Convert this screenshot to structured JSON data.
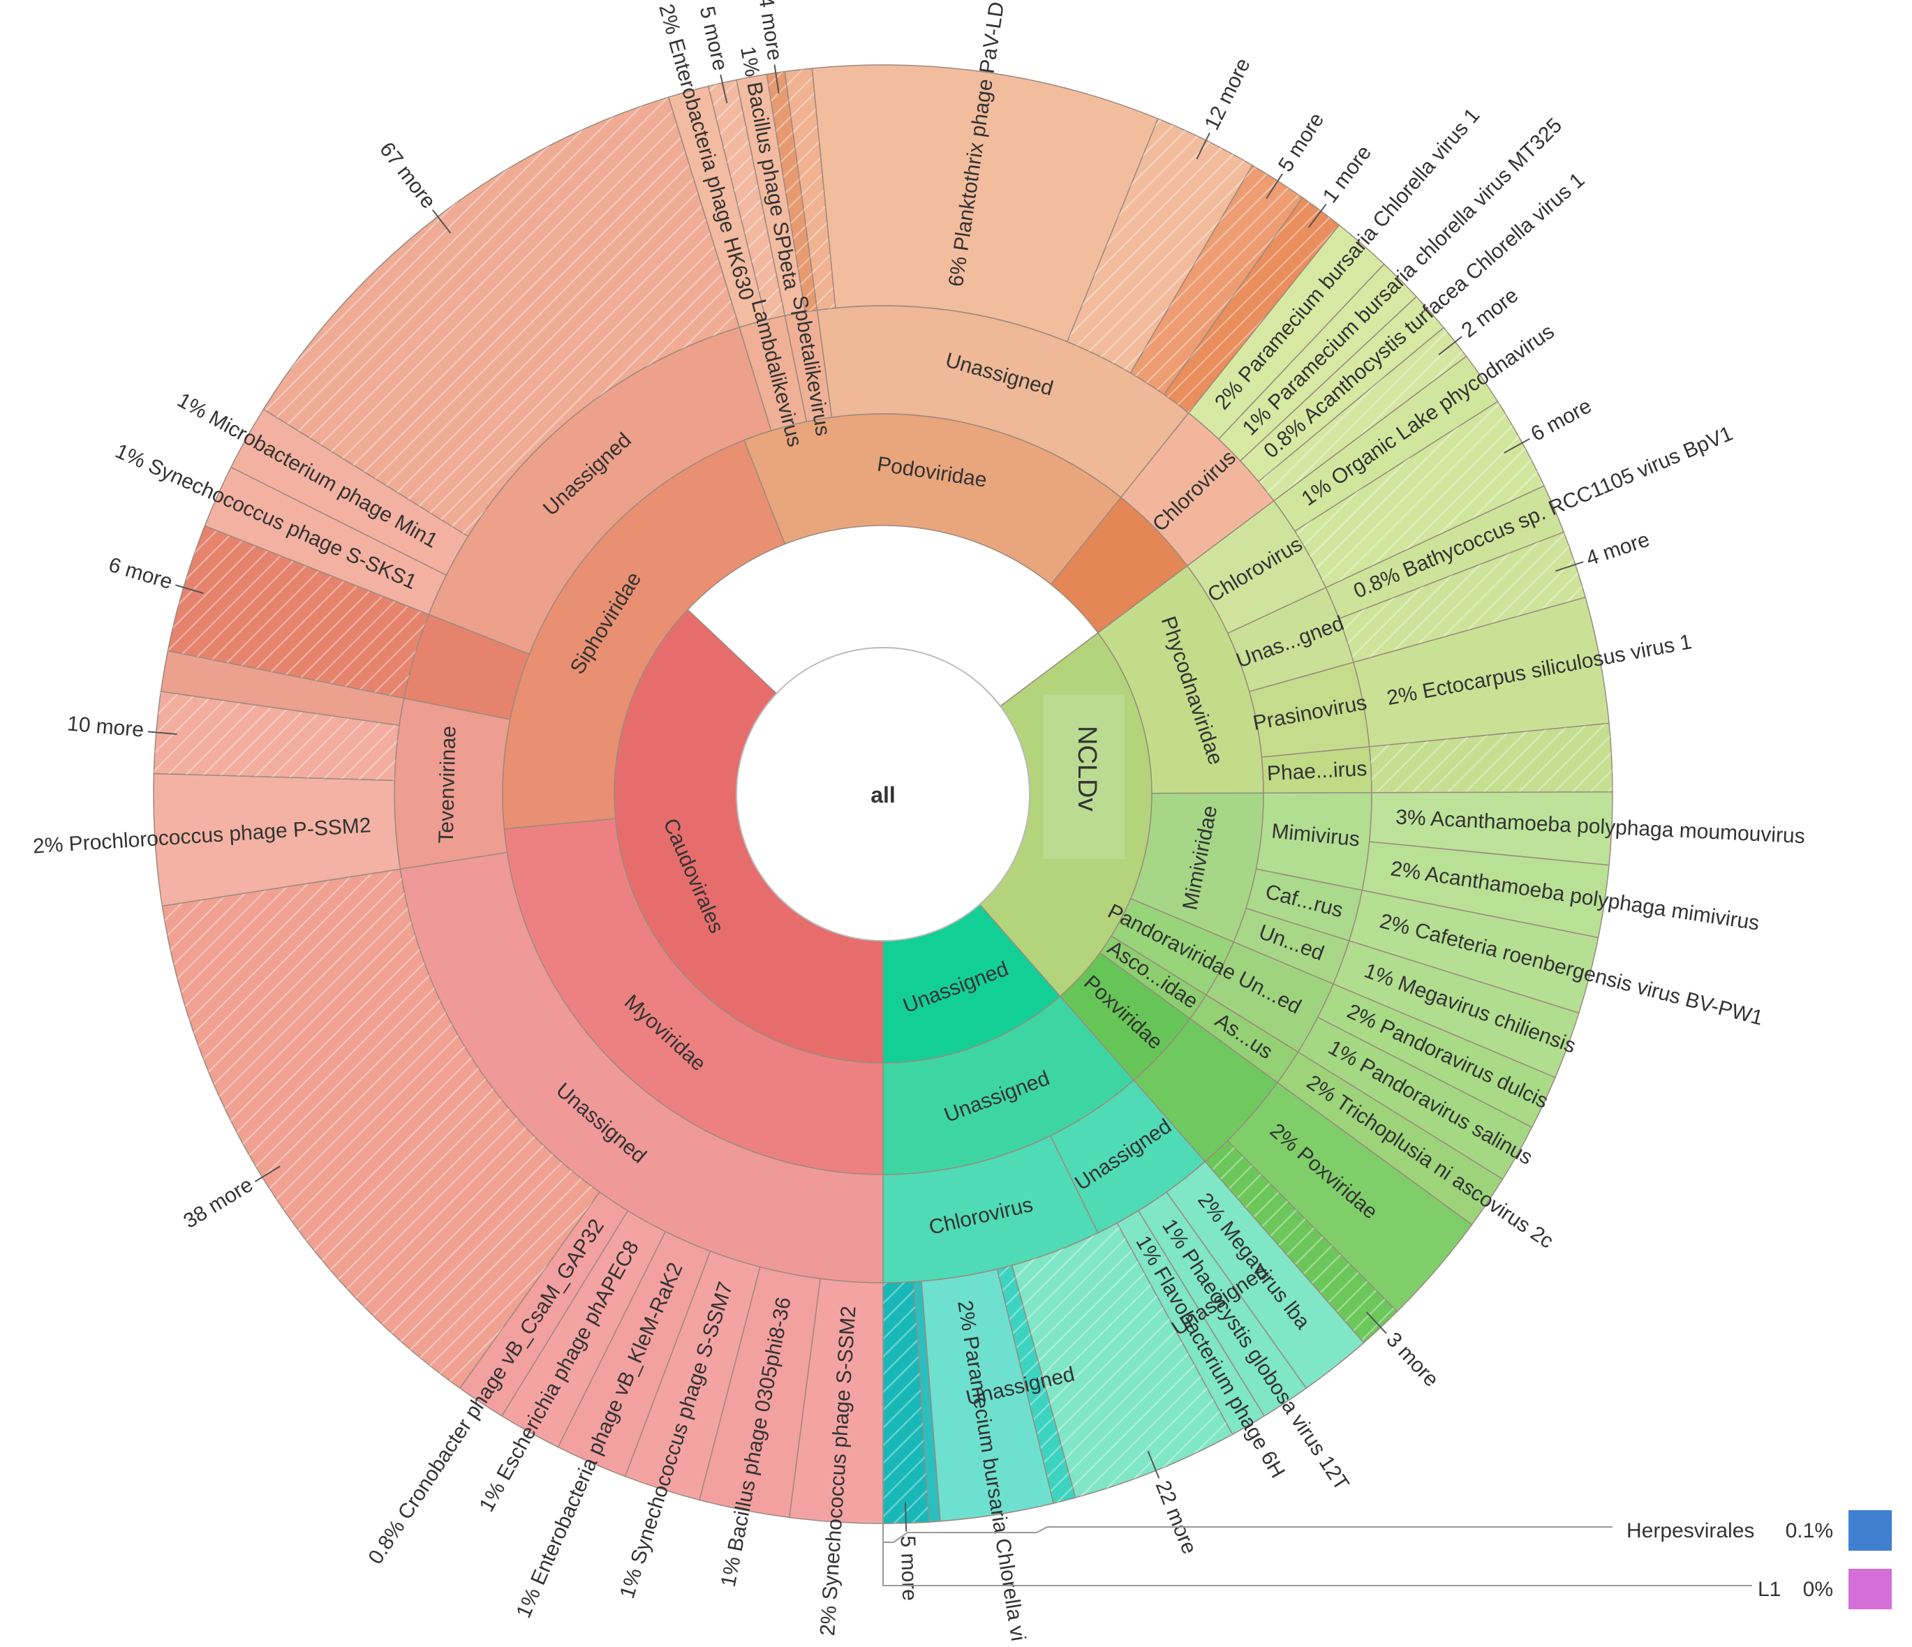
{
  "chart_data": {
    "type": "sunburst",
    "center_label": "all",
    "unit": "%",
    "superkingdom_labels": [
      {
        "label": "NCLDv"
      }
    ],
    "nodes": [
      {
        "id": "caud",
        "name": "Caudovirales",
        "level": 1,
        "start": 0.5,
        "end": 0.8705,
        "color": "#e76d6d"
      },
      {
        "id": "ncldv",
        "name": "",
        "level": 1,
        "start": 0.1475,
        "end": 0.3855,
        "color": "#b3d47a"
      },
      {
        "id": "unasA",
        "name": "Unassigned",
        "level": 1,
        "start": 0.3855,
        "end": 0.5,
        "color": "#12cf96"
      },
      {
        "id": "myo",
        "name": "Myoviridae",
        "level": 2,
        "start": 0.5,
        "end": 0.7355,
        "color": "#ed8181"
      },
      {
        "id": "sipho",
        "name": "Siphoviridae",
        "level": 2,
        "start": 0.7355,
        "end": 0.9405,
        "color": "#e89071"
      },
      {
        "id": "podo",
        "name": "Podoviridae",
        "level": 2,
        "start": 0.9405,
        "end": 0.1075,
        "color": "#e9a57c"
      },
      {
        "id": "caudx",
        "name": "",
        "level": 2,
        "start": 0.1075,
        "end": 0.1475,
        "color": "#e48656"
      },
      {
        "id": "phyco",
        "name": "Phycodnaviridae",
        "level": 2,
        "start": 0.1475,
        "end": 0.2495,
        "color": "#c3dc8a"
      },
      {
        "id": "mimi",
        "name": "Mimiviridae",
        "level": 2,
        "start": 0.2495,
        "end": 0.3135,
        "color": "#a6d786"
      },
      {
        "id": "pando",
        "name": "Pandoraviridae",
        "level": 2,
        "start": 0.3135,
        "end": 0.3385,
        "color": "#98d479"
      },
      {
        "id": "asco",
        "name": "Asco...idae",
        "level": 2,
        "start": 0.3385,
        "end": 0.3505,
        "color": "#8ccf6f"
      },
      {
        "id": "pox",
        "name": "Poxviridae",
        "level": 2,
        "start": 0.3505,
        "end": 0.3855,
        "color": "#66c557"
      },
      {
        "id": "unasB",
        "name": "Unassigned",
        "level": 2,
        "start": 0.3855,
        "end": 0.5,
        "color": "#3dd6a2"
      },
      {
        "id": "tev",
        "name": "Tevenvirinae",
        "level": 3,
        "start": 0.7255,
        "end": 0.7815,
        "color": "#ee9d91"
      },
      {
        "id": "myoU",
        "name": "Unassigned",
        "level": 3,
        "start": 0.5,
        "end": 0.7255,
        "color": "#f09999"
      },
      {
        "id": "myoX",
        "name": "",
        "level": 3,
        "start": 0.7815,
        "end": 0.81,
        "color": "#e6836d"
      },
      {
        "id": "siphU",
        "name": "Unassigned",
        "level": 3,
        "start": 0.81,
        "end": 0.9525,
        "color": "#eda08a"
      },
      {
        "id": "lambda",
        "name": "Lambdalikevirus",
        "level": 3,
        "start": 0.9525,
        "end": 0.9678,
        "color": "#efb096"
      },
      {
        "id": "spbeta",
        "name": "Spbetalikevirus",
        "level": 3,
        "start": 0.9678,
        "end": 0.9785,
        "color": "#efb096"
      },
      {
        "id": "podU",
        "name": "Unassigned",
        "level": 3,
        "start": 0.9785,
        "end": 0.1075,
        "color": "#efb896"
      },
      {
        "id": "chlor1",
        "name": "Chlorovirus",
        "level": 3,
        "start": 0.1075,
        "end": 0.1475,
        "color": "#f2b69c"
      },
      {
        "id": "chlor2",
        "name": "Chlorovirus",
        "level": 3,
        "start": 0.1475,
        "end": 0.1805,
        "color": "#cfe39c"
      },
      {
        "id": "unasgned",
        "name": "Unas...gned",
        "level": 3,
        "start": 0.1805,
        "end": 0.2065,
        "color": "#c9e096"
      },
      {
        "id": "prasino",
        "name": "Prasinovirus",
        "level": 3,
        "start": 0.2065,
        "end": 0.2345,
        "color": "#c5dc8c"
      },
      {
        "id": "phaeo",
        "name": "Phae...irus",
        "level": 3,
        "start": 0.2345,
        "end": 0.2495,
        "color": "#c0da86"
      },
      {
        "id": "mimiv",
        "name": "Mimivirus",
        "level": 3,
        "start": 0.2495,
        "end": 0.2815,
        "color": "#b2de92"
      },
      {
        "id": "cafrus",
        "name": "Caf...rus",
        "level": 3,
        "start": 0.2815,
        "end": 0.2985,
        "color": "#abda8c"
      },
      {
        "id": "uned1",
        "name": "Un...ed",
        "level": 3,
        "start": 0.2985,
        "end": 0.3135,
        "color": "#a8d887"
      },
      {
        "id": "uned2",
        "name": "Un...ed",
        "level": 3,
        "start": 0.3135,
        "end": 0.3385,
        "color": "#9fd47f"
      },
      {
        "id": "asus",
        "name": "As...us",
        "level": 3,
        "start": 0.3385,
        "end": 0.3505,
        "color": "#94d074"
      },
      {
        "id": "poxU",
        "name": "",
        "level": 3,
        "start": 0.3505,
        "end": 0.3855,
        "color": "#6fc95e"
      },
      {
        "id": "uC",
        "name": "Chlorovirus",
        "level": 3,
        "start": 0.4275,
        "end": 0.5,
        "color": "#4fdbb5"
      },
      {
        "id": "uU1",
        "name": "Unassigned",
        "level": 3,
        "start": 0.3855,
        "end": 0.4275,
        "color": "#4fdbb5"
      },
      {
        "id": "uU2",
        "name": "Unassigned",
        "level": 4,
        "start": 0.3855,
        "end": 0.4275,
        "color": "#72e3c0"
      },
      {
        "id": "uU3",
        "name": "Unassigned",
        "level": 4,
        "start": 0.4275,
        "end": 0.5,
        "color": "#5edfc8"
      }
    ],
    "leaves": [
      {
        "name": "Synechococcus phage S-SSM2",
        "pct": "2%",
        "start": 0.5,
        "end": 0.5205,
        "color": "#f4a3a3"
      },
      {
        "name": "Bacillus phage 0305phi8-36",
        "pct": "1%",
        "start": 0.5205,
        "end": 0.5405,
        "color": "#f3a0a0"
      },
      {
        "name": "Synechococcus phage S-SSM7",
        "pct": "1%",
        "start": 0.5405,
        "end": 0.5575,
        "color": "#f4a3a3"
      },
      {
        "name": "Enterobacteria phage vB_KleM-RaK2",
        "pct": "1%",
        "start": 0.5575,
        "end": 0.5735,
        "color": "#f3a0a0"
      },
      {
        "name": "Escherichia phage phAPEC8",
        "pct": "1%",
        "start": 0.5735,
        "end": 0.5875,
        "color": "#f4a3a3"
      },
      {
        "name": "Cronobacter phage vB_CsaM_GAP32",
        "pct": "0.8%",
        "start": 0.5875,
        "end": 0.5985,
        "color": "#f3a0a0"
      },
      {
        "name": "38 more",
        "pct": "",
        "start": 0.5985,
        "end": 0.7255,
        "color": "#f0a191",
        "hatched": true
      },
      {
        "name": "Prochlorococcus phage P-SSM2",
        "pct": "2%",
        "start": 0.7255,
        "end": 0.7545,
        "color": "#f3b2a3"
      },
      {
        "name": "10 more",
        "pct": "",
        "start": 0.7545,
        "end": 0.7725,
        "color": "#f2ad9e",
        "hatched": true
      },
      {
        "name": "",
        "pct": "",
        "start": 0.7725,
        "end": 0.7815,
        "color": "#eca08e"
      },
      {
        "name": "6 more",
        "pct": "",
        "start": 0.7815,
        "end": 0.81,
        "color": "#e6836d",
        "hatched": true
      },
      {
        "name": "Synechococcus phage S-SKS1",
        "pct": "1%",
        "start": 0.81,
        "end": 0.824,
        "color": "#f3b1a1"
      },
      {
        "name": "Microbacterium phage Min1",
        "pct": "1%",
        "start": 0.824,
        "end": 0.8385,
        "color": "#f3b1a1"
      },
      {
        "name": "67 more",
        "pct": "",
        "start": 0.8385,
        "end": 0.9525,
        "color": "#f0ab94",
        "hatched": true
      },
      {
        "name": "Enterobacteria phage HK630",
        "pct": "2%",
        "start": 0.9525,
        "end": 0.9615,
        "color": "#f3bba1"
      },
      {
        "name": "5 more",
        "pct": "",
        "start": 0.9615,
        "end": 0.9678,
        "color": "#f2b8a0",
        "hatched": true
      },
      {
        "name": "Bacillus phage SPbeta",
        "pct": "1%",
        "start": 0.9678,
        "end": 0.9745,
        "color": "#f3bba1"
      },
      {
        "name": "4 more",
        "pct": "",
        "start": 0.9745,
        "end": 0.9785,
        "color": "#e79a70",
        "hatched": true
      },
      {
        "name": "",
        "pct": "",
        "start": 0.9785,
        "end": 0.9845,
        "color": "#f0b290",
        "hatched": true
      },
      {
        "name": "Planktothrix phage PaV-LD",
        "pct": "6%",
        "start": 0.9845,
        "end": 0.0615,
        "color": "#f2bd9d"
      },
      {
        "name": "12 more",
        "pct": "",
        "start": 0.0615,
        "end": 0.0845,
        "color": "#f2bc9c",
        "hatched": true
      },
      {
        "name": "5 more",
        "pct": "",
        "start": 0.0845,
        "end": 0.0975,
        "color": "#ee9c72",
        "hatched": true
      },
      {
        "name": "1 more",
        "pct": "",
        "start": 0.0975,
        "end": 0.1075,
        "color": "#e98e5c",
        "hatched": true
      },
      {
        "name": "Paramecium bursaria Chlorella virus 1",
        "pct": "2%",
        "start": 0.1075,
        "end": 0.1205,
        "color": "#d7e8a3"
      },
      {
        "name": "Paramecium bursaria chlorella virus MT325",
        "pct": "1%",
        "start": 0.1205,
        "end": 0.1305,
        "color": "#d7e8a3"
      },
      {
        "name": "Acanthocystis turfacea Chlorella virus 1",
        "pct": "0.8%",
        "start": 0.1305,
        "end": 0.1395,
        "color": "#d7e8a3"
      },
      {
        "name": "2 more",
        "pct": "",
        "start": 0.1395,
        "end": 0.1475,
        "color": "#d4e6a0",
        "hatched": true
      },
      {
        "name": "Organic Lake phycodnavirus",
        "pct": "1%",
        "start": 0.1475,
        "end": 0.1595,
        "color": "#d1e69d"
      },
      {
        "name": "6 more",
        "pct": "",
        "start": 0.1595,
        "end": 0.1805,
        "color": "#d1e69d",
        "hatched": true
      },
      {
        "name": "Bathycoccus sp. RCC1105 virus BpV1",
        "pct": "0.8%",
        "start": 0.1805,
        "end": 0.1915,
        "color": "#cde399"
      },
      {
        "name": "4 more",
        "pct": "",
        "start": 0.1915,
        "end": 0.2065,
        "color": "#cde399",
        "hatched": true
      },
      {
        "name": "Ectocarpus siliculosus virus 1",
        "pct": "2%",
        "start": 0.2065,
        "end": 0.2345,
        "color": "#c9e195"
      },
      {
        "name": "",
        "pct": "",
        "start": 0.2345,
        "end": 0.2495,
        "color": "#c5df90",
        "hatched": true
      },
      {
        "name": "Acanthamoeba polyphaga moumouvirus",
        "pct": "3%",
        "start": 0.2495,
        "end": 0.2655,
        "color": "#bde39a"
      },
      {
        "name": "Acanthamoeba polyphaga mimivirus",
        "pct": "2%",
        "start": 0.2655,
        "end": 0.2815,
        "color": "#b9e196"
      },
      {
        "name": "Cafeteria roenbergensis virus BV-PW1",
        "pct": "2%",
        "start": 0.2815,
        "end": 0.2985,
        "color": "#b5df92"
      },
      {
        "name": "Megavirus chiliensis",
        "pct": "1%",
        "start": 0.2985,
        "end": 0.3135,
        "color": "#b1dd8e"
      },
      {
        "name": "Pandoravirus dulcis",
        "pct": "2%",
        "start": 0.3135,
        "end": 0.3255,
        "color": "#a9da86"
      },
      {
        "name": "Pandoravirus salinus",
        "pct": "1%",
        "start": 0.3255,
        "end": 0.3385,
        "color": "#a5d882"
      },
      {
        "name": "Trichoplusia ni ascovirus 2c",
        "pct": "2%",
        "start": 0.3385,
        "end": 0.3505,
        "color": "#9dd47a"
      },
      {
        "name": "Poxviridae",
        "pct": "2%",
        "start": 0.3505,
        "end": 0.3755,
        "color": "#7fce6a"
      },
      {
        "name": "3 more",
        "pct": "",
        "start": 0.3755,
        "end": 0.3855,
        "color": "#6cc75a",
        "hatched": true
      },
      {
        "name": "Megavirus lba",
        "pct": "2%",
        "start": 0.3855,
        "end": 0.4015,
        "color": "#7fe6c6"
      },
      {
        "name": "Phaeocystis globosa virus 12T",
        "pct": "1%",
        "start": 0.4015,
        "end": 0.4125,
        "color": "#7fe6c6"
      },
      {
        "name": "Flavobacterium phage 6H",
        "pct": "1%",
        "start": 0.4125,
        "end": 0.4205,
        "color": "#7fe6c6"
      },
      {
        "name": "22 more",
        "pct": "",
        "start": 0.4205,
        "end": 0.4575,
        "color": "#7fe6c6",
        "hatched": true
      },
      {
        "name": "",
        "pct": "",
        "start": 0.4575,
        "end": 0.4625,
        "color": "#3cd3c0",
        "hatched": true
      },
      {
        "name": "Paramecium bursaria Chlorella vi",
        "pct": "2%",
        "start": 0.4625,
        "end": 0.4875,
        "color": "#6ee0cf"
      },
      {
        "name": "",
        "pct": "",
        "start": 0.4875,
        "end": 0.49,
        "color": "#2bbfc0"
      },
      {
        "name": "5 more",
        "pct": "",
        "start": 0.49,
        "end": 0.5,
        "color": "#18b8b8",
        "hatched": true
      }
    ],
    "legend": [
      {
        "label": "Herpesvirales",
        "value": "0.1%",
        "color": "#3f7fd0"
      },
      {
        "label": "L1",
        "value": "0%",
        "color": "#d36fd6"
      }
    ]
  }
}
